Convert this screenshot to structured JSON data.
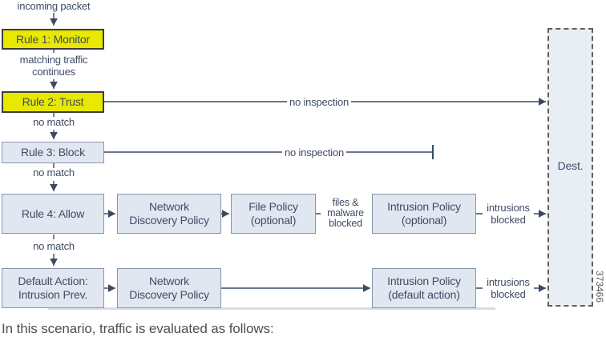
{
  "colors": {
    "yellow_fill": "#e8e800",
    "yellow_border": "#3d3d3d",
    "box_fill": "#e1e7f0",
    "box_border": "#8894a6",
    "dest_fill": "#e9eef5",
    "dest_border": "#5f5f5f",
    "line_color": "#3a4a63",
    "text_color": "#3f4c66"
  },
  "flow": {
    "incoming_label": "incoming packet",
    "rule1_label": "Rule 1: Monitor",
    "matching_line1": "matching traffic",
    "matching_line2": "continues",
    "rule2_label": "Rule 2: Trust",
    "no_match_label": "no match",
    "no_inspection_label": "no inspection",
    "rule3_label": "Rule 3: Block",
    "rule4_label": "Rule 4: Allow",
    "network_discovery_line1": "Network",
    "network_discovery_line2": "Discovery Policy",
    "file_policy_line1": "File Policy",
    "file_policy_line2": "(optional)",
    "files_blocked_line1": "files &",
    "files_blocked_line2": "malware",
    "files_blocked_line3": "blocked",
    "intrusion_optional_line1": "Intrusion Policy",
    "intrusion_optional_line2": "(optional)",
    "intrusions_blocked_line1": "intrusions",
    "intrusions_blocked_line2": "blocked",
    "default_action_line1": "Default Action:",
    "default_action_line2": "Intrusion Prev.",
    "intrusion_default_line1": "Intrusion Policy",
    "intrusion_default_line2": "(default action)",
    "dest_label": "Dest.",
    "figure_number": "373466"
  },
  "caption": "In this scenario, traffic is evaluated as follows:"
}
